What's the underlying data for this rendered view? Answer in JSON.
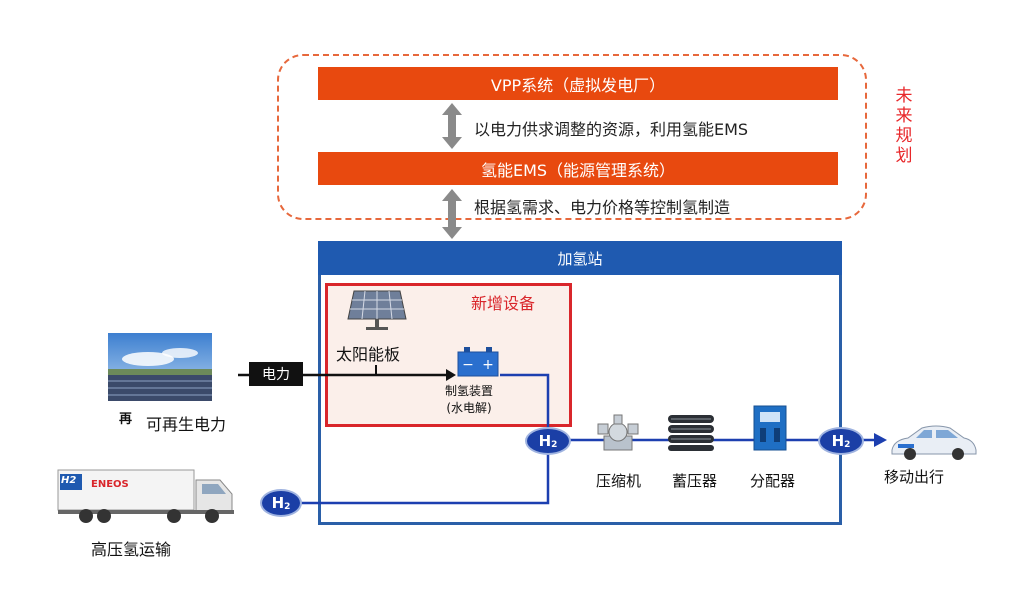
{
  "future_plan": {
    "vpp_label": "VPP系统（虚拟发电厂）",
    "vpp_ems_note": "以电力供求调整的资源，利用氢能EMS",
    "ems_label": "氢能EMS（能源管理系统）",
    "ems_station_note": "根据氢需求、电力价格等控制氢制造",
    "title": "未来规划"
  },
  "station": {
    "title": "加氢站",
    "new_equipment": {
      "title": "新增设备",
      "solar_label": "太阳能板",
      "electrolyzer_label": "制氢装置",
      "electrolyzer_sub": "(水电解)"
    },
    "equipment": [
      {
        "label": "压缩机"
      },
      {
        "label": "蓄压器"
      },
      {
        "label": "分配器"
      }
    ]
  },
  "sources": {
    "renewable_icon_text": "再",
    "renewable_label": "可再生电力",
    "power_tag": "电力",
    "truck_brand": "ENEOS",
    "truck_h2": "H2",
    "truck_label": "高压氢运输"
  },
  "output": {
    "car_label": "移动出行"
  },
  "h2_badge": {
    "main": "H",
    "sub": "2"
  },
  "colors": {
    "orange": "#e8490f",
    "station_blue": "#1f5ab0",
    "pipe_blue": "#1c3fb0",
    "future_red": "#e8272a",
    "new_box_red": "#d9262b"
  }
}
